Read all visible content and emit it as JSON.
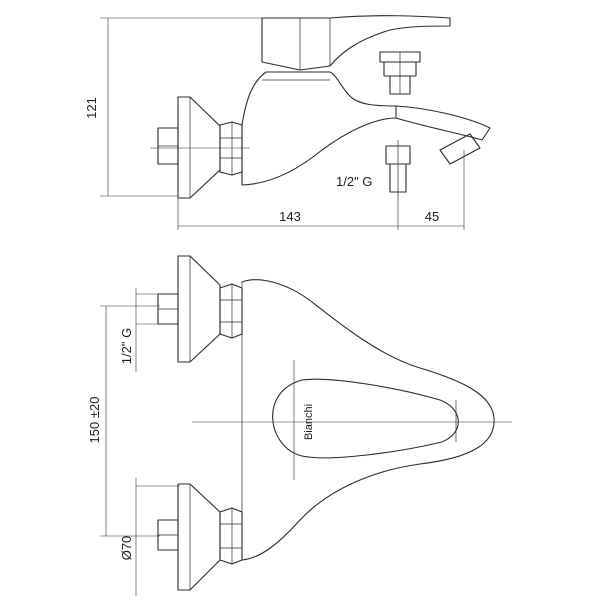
{
  "dimensions": {
    "height_121": "121",
    "length_143": "143",
    "spout_45": "45",
    "thread_top": "1/2\" G",
    "thread_side": "1/2\" G",
    "center_distance": "150 ±20",
    "flange_diameter": "Ø70"
  },
  "brand_label": "Bianchi",
  "colors": {
    "line": "#2b2b2b",
    "background": "#ffffff"
  }
}
